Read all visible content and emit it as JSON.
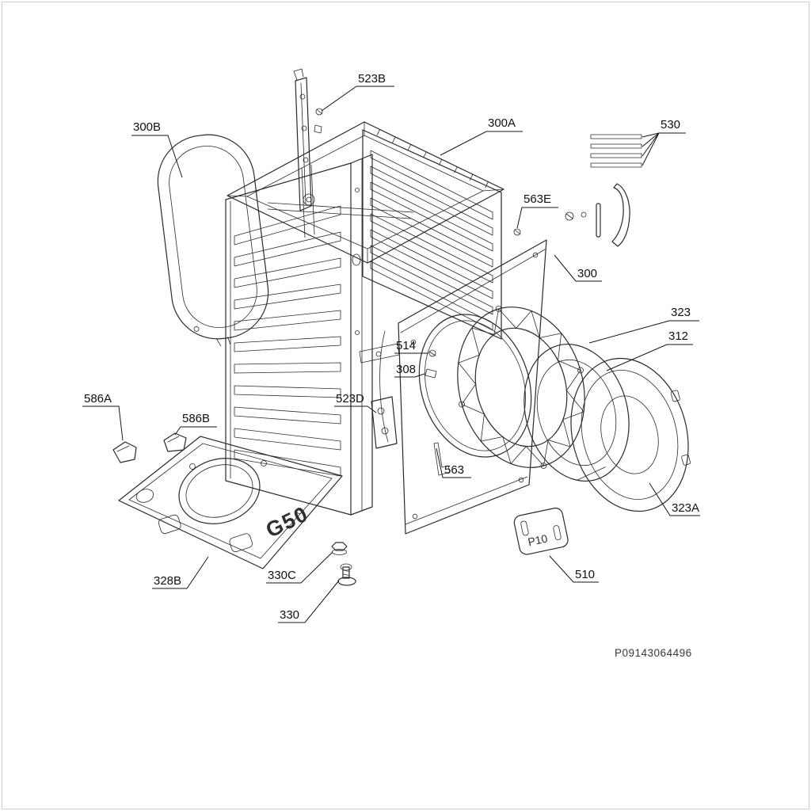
{
  "diagram": {
    "doc_number": "P09143064496",
    "labels": {
      "523B": "523B",
      "300B": "300B",
      "300A": "300A",
      "530": "530",
      "563E": "563E",
      "300": "300",
      "323": "323",
      "312": "312",
      "514": "514",
      "308": "308",
      "523D": "523D",
      "586A": "586A",
      "586B": "586B",
      "563": "563",
      "323A": "323A",
      "328B": "328B",
      "330C": "330C",
      "330": "330",
      "510": "510"
    },
    "inscriptions": {
      "base_marking": "G50",
      "brace_marking": "P10"
    }
  }
}
